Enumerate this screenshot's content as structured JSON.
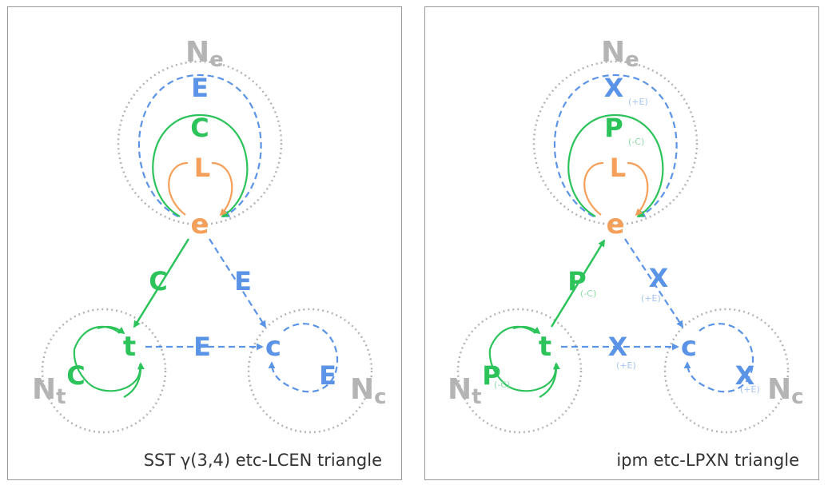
{
  "colors": {
    "green": "#2cc35a",
    "blue": "#5b94e6",
    "orange": "#f5a05a",
    "gray": "#b4b4b4",
    "green_light": "#8fdca8",
    "blue_light": "#a7c4f0"
  },
  "left": {
    "caption": "SST γ(3,4) etc-LCEN triangle",
    "nodes": {
      "e": "e",
      "t": "t",
      "c": "c"
    },
    "neighborhoods": {
      "Ne": "N",
      "Ne_sub": "e",
      "Nt": "N",
      "Nt_sub": "t",
      "Nc": "N",
      "Nc_sub": "c"
    },
    "loops": {
      "outer": "E",
      "middle": "C",
      "inner": "L",
      "t_loop": "C",
      "c_loop": "E"
    },
    "edges": {
      "e_t": "C",
      "e_c": "E",
      "t_c": "E"
    }
  },
  "right": {
    "caption": "ipm etc-LPXN triangle",
    "nodes": {
      "e": "e",
      "t": "t",
      "c": "c"
    },
    "neighborhoods": {
      "Ne": "N",
      "Ne_sub": "e",
      "Nt": "N",
      "Nt_sub": "t",
      "Nc": "N",
      "Nc_sub": "c"
    },
    "loops": {
      "outer": "X",
      "outer_sub": "(+E)",
      "middle": "P",
      "middle_sub": "(-C)",
      "inner": "L",
      "t_loop": "P",
      "t_loop_sub": "(-C)",
      "c_loop": "X",
      "c_loop_sub": "(+E)"
    },
    "edges": {
      "t_e": "P",
      "t_e_sub": "(-C)",
      "e_c": "X",
      "e_c_sub": "(+E)",
      "t_c": "X",
      "t_c_sub": "(+E)"
    }
  }
}
